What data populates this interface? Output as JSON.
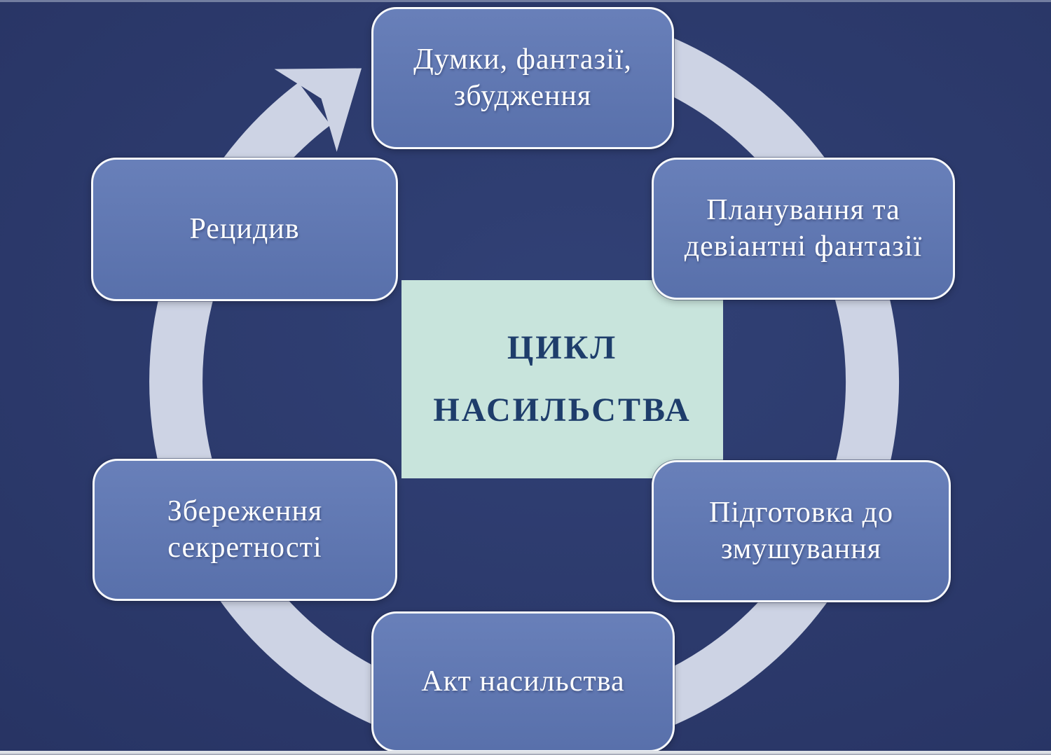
{
  "diagram": {
    "center_label": {
      "line1": "ЦИКЛ",
      "line2": "НАСИЛЬСТВА"
    },
    "nodes": [
      {
        "id": "thoughts",
        "label": "Думки, фантазії, збудження"
      },
      {
        "id": "planning",
        "label": "Планування та девіантні фантазії"
      },
      {
        "id": "preparation",
        "label": "Підготовка до змушування"
      },
      {
        "id": "act",
        "label": "Акт насильства"
      },
      {
        "id": "secrecy",
        "label": "Збереження секретності"
      },
      {
        "id": "relapse",
        "label": "Рецидив"
      }
    ],
    "flow_direction": "clockwise"
  },
  "colors": {
    "background": "#2a3768",
    "node_fill": "#5d76b4",
    "node_border": "#f7f9fc",
    "node_text": "#ffffff",
    "ring": "#cdd3e4",
    "center_fill": "#c8e4dc",
    "center_text": "#1e3d6b",
    "top_edge": "#8b96b3",
    "bottom_edge_light": "#dfe2e8",
    "bottom_edge_dark": "#8e94a4"
  }
}
